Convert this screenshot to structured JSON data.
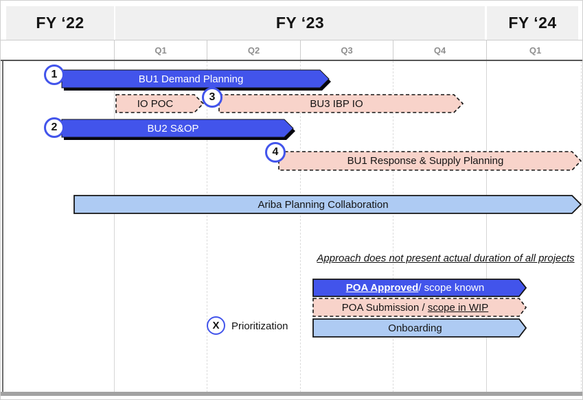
{
  "colors": {
    "approved_blue": "#4254eb",
    "submission_pink": "#f8d3ca",
    "onboarding_blue": "#aecbf3",
    "marker_ring_blue": "#4254eb",
    "header_gray": "#f0f0f0"
  },
  "header": {
    "fiscal_years": [
      "FY ‘22",
      "FY ‘23",
      "FY ‘24"
    ],
    "quarters": [
      "Q1",
      "Q2",
      "Q3",
      "Q4",
      "Q1"
    ]
  },
  "timeline": {
    "bars": {
      "bu1_demand": {
        "marker": "1",
        "label": "BU1 Demand Planning",
        "status": "approved",
        "span": "mid FY '22 to early Q3 FY '23"
      },
      "io_poc": {
        "label": "IO POC",
        "status": "submission",
        "span": "Q1 FY '23"
      },
      "bu3_ibp": {
        "marker": "3",
        "label": "BU3 IBP IO",
        "status": "submission",
        "span": "Q2 FY '23 to end Q4 FY '23"
      },
      "bu2_sop": {
        "marker": "2",
        "label": "BU2 S&OP",
        "status": "approved",
        "span": "mid FY '22 to end Q2 FY '23"
      },
      "bu1_response": {
        "marker": "4",
        "label": "BU1 Response & Supply Planning",
        "status": "submission",
        "span": "late Q2 FY '23 to Q1 FY '24"
      },
      "ariba": {
        "label": "Ariba Planning Collaboration",
        "status": "onboarding",
        "span": "FY '22 to Q1 FY '24"
      }
    }
  },
  "annotation": "Approach does not present actual duration of all projects",
  "legend": {
    "approved": {
      "emphasized": "POA Approved",
      "rest": "/ scope known"
    },
    "submission": {
      "prefix": "POA Submission / ",
      "emphasized": "scope in WIP"
    },
    "onboarding": "Onboarding",
    "marker_symbol": "X",
    "marker_label": "Prioritization"
  }
}
